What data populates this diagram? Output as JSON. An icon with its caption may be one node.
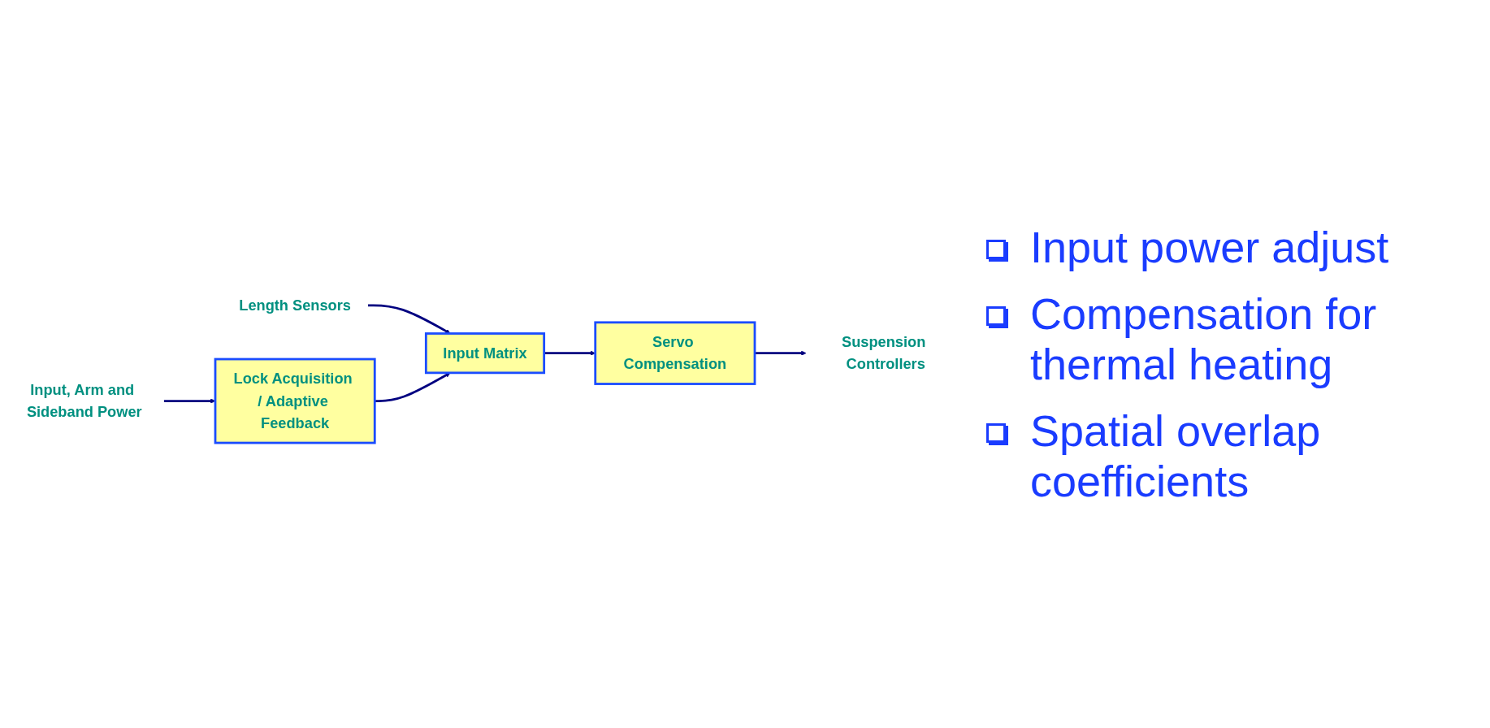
{
  "diagram": {
    "nodes": [
      {
        "text": [
          "Length Sensors"
        ]
      },
      {
        "text": [
          "Input Matrix"
        ]
      },
      {
        "text": [
          "Servo Compensation"
        ]
      },
      {
        "text": [
          "Suspension Controllers"
        ]
      },
      {
        "text": [
          "Input, Arm and Sideband Power"
        ]
      },
      {
        "text": [
          "Lock Acquisition / Adaptive Feedback"
        ]
      }
    ],
    "edges": [
      {
        "from": 0,
        "to": 1,
        "arrow": "to"
      },
      {
        "from": 1,
        "to": 2,
        "arrow": "to"
      },
      {
        "from": 2,
        "to": 3,
        "arrow": "to"
      },
      {
        "from": 5,
        "to": 1,
        "arrow": "to"
      },
      {
        "from": 4,
        "to": 5,
        "arrow": "to"
      }
    ],
    "labels": [
      "Input power adjust",
      "Compensation for thermal heating",
      "Spatial overlap coefficients"
    ]
  }
}
